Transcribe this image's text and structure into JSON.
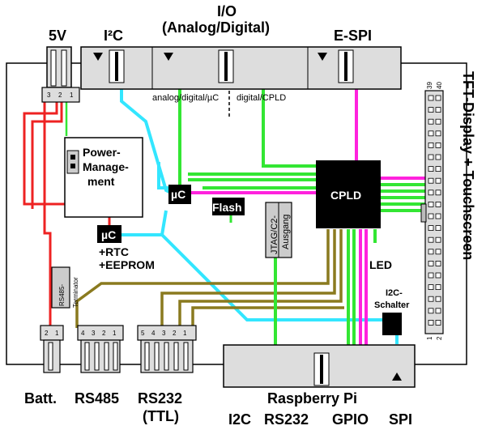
{
  "headers": {
    "v5": "5V",
    "i2c": "I²C",
    "io_line1": "I/O",
    "io_line2": "(Analog/Digital)",
    "espi": "E-SPI"
  },
  "io_sub": {
    "left": "analog/digital/µC",
    "right": "digital/CPLD"
  },
  "blocks": {
    "power_mgmt": [
      "Power-",
      "Manage-",
      "ment"
    ],
    "uc": "µC",
    "cpld": "CPLD",
    "flash": "Flash",
    "rtc_line1": "+RTC",
    "rtc_line2": "+EEPROM",
    "jtag_line1": "JTAG/C2-",
    "jtag_line2": "Ausgang",
    "rs485_line1": "RS485-",
    "rs485_line2": "Terminator",
    "led": "LED",
    "i2c_switch_line1": "I2C-",
    "i2c_switch_line2": "Schalter"
  },
  "tft_label": "TFT-Display + Touchscreen",
  "bottom": {
    "batt": "Batt.",
    "rs485": "RS485",
    "rs232_line1": "RS232",
    "rs232_line2": "(TTL)",
    "rpi": "Raspberry Pi"
  },
  "legend": [
    {
      "label": "I2C",
      "color": "#33e6ff"
    },
    {
      "label": "RS232",
      "color": "#8a7a1f"
    },
    {
      "label": "GPIO",
      "color": "#33e633"
    },
    {
      "label": "SPI",
      "color": "#ff22dd"
    }
  ],
  "pins": {
    "p5v": [
      "3",
      "2",
      "1"
    ],
    "batt": [
      "2",
      "1"
    ],
    "rs485": [
      "4",
      "3",
      "2",
      "1"
    ],
    "rs232": [
      "5",
      "4",
      "3",
      "2",
      "1"
    ],
    "tft_top_left": "39",
    "tft_top_right": "40",
    "tft_bot_left": "1",
    "tft_bot_right": "2"
  },
  "colors": {
    "i2c": "#33e6ff",
    "rs232": "#8a7a1f",
    "gpio": "#33e633",
    "spi": "#ff22dd",
    "power": "#ee2222",
    "connector": "#dddddd",
    "block": "#000000"
  }
}
